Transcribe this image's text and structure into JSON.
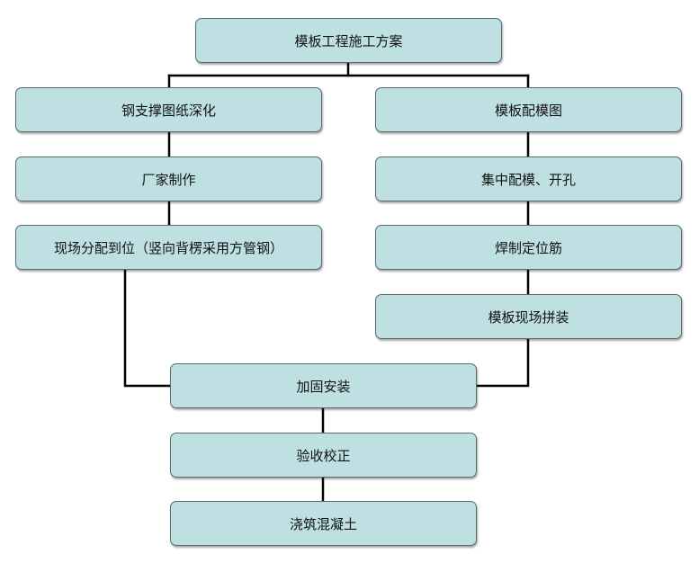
{
  "colors": {
    "node_fill": "#bfe0e2",
    "node_border": "#5a6a70",
    "connector": "#000000"
  },
  "flowchart": {
    "root": "模板工程施工方案",
    "left_branch": [
      "钢支撑图纸深化",
      "厂家制作",
      "现场分配到位（竖向背楞采用方管钢）"
    ],
    "right_branch": [
      "模板配模图",
      "集中配模、开孔",
      "焊制定位筋",
      "模板现场拼装"
    ],
    "merge_steps": [
      "加固安装",
      "验收校正",
      "浇筑混凝土"
    ]
  }
}
